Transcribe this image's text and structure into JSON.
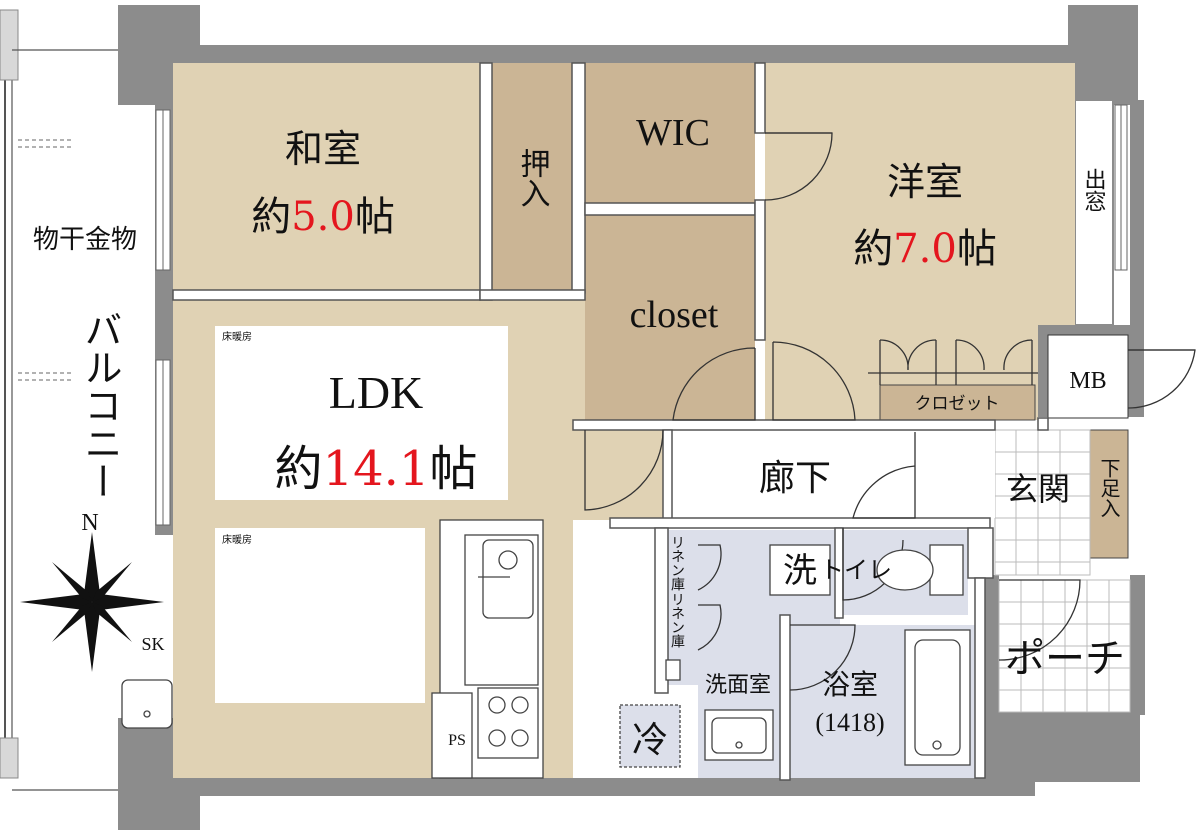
{
  "floorplan": {
    "rooms": {
      "washitsu": {
        "name": "和室",
        "prefix": "約",
        "size": "5.0",
        "unit": "帖"
      },
      "oshiire": {
        "name": "押入"
      },
      "wic": {
        "name": "WIC"
      },
      "closet": {
        "name": "closet"
      },
      "youshitsu": {
        "name": "洋室",
        "prefix": "約",
        "size": "7.0",
        "unit": "帖"
      },
      "ldk": {
        "name": "LDK",
        "prefix": "約",
        "size": "14.1",
        "unit": "帖",
        "floor_heating_label": "床暖房"
      },
      "floor_heating_2": {
        "label": "床暖房"
      },
      "rouka": {
        "name": "廊下"
      },
      "genkan": {
        "name": "玄関"
      },
      "getabako": {
        "name": "下足入"
      },
      "toilet": {
        "name": "トイレ"
      },
      "senmen": {
        "name": "洗面室"
      },
      "yokushitsu": {
        "name": "浴室",
        "spec": "(1418)"
      },
      "porch": {
        "name": "ポーチ"
      },
      "linen1": {
        "name": "リネン庫"
      },
      "linen2": {
        "name": "リネン庫"
      },
      "kurozetto": {
        "name": "クロゼット"
      }
    },
    "fixtures": {
      "mb": "MB",
      "sentakuki": "洗",
      "reizouko": "冷",
      "ps": "PS",
      "sk": "SK",
      "demado": "出窓",
      "monohoshi": "物干金物",
      "balcony": "バルコニー",
      "compass_n": "N"
    },
    "colors": {
      "room_fill": "#E0D2B4",
      "storage_fill": "#CBB595",
      "wet_fill": "#DCDFEA",
      "wall": "#8C8C8C",
      "highlight_number": "#E4161E"
    }
  }
}
